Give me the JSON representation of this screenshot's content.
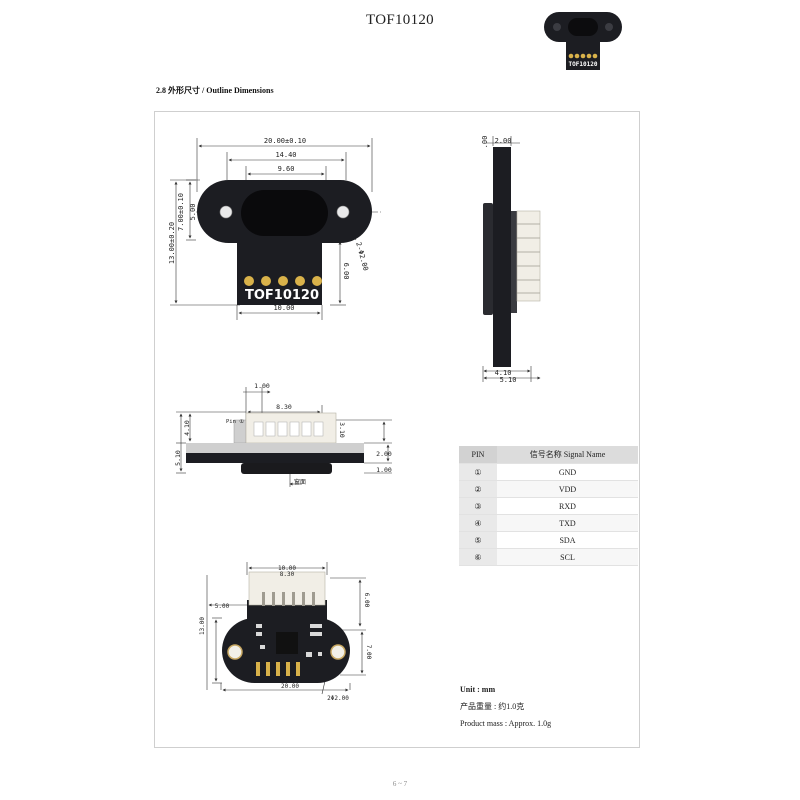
{
  "header": {
    "title": "TOF10120"
  },
  "thumbnail": {
    "label": "TOF10120"
  },
  "section": {
    "heading": "2.8 外形尺寸 / Outline Dimensions"
  },
  "front_view": {
    "dim_overall_width": "20.00±0.10",
    "dim_14": "14.40",
    "dim_9": "9.60",
    "dim_height": "13.00±0.20",
    "dim_7": "7.00±0.10",
    "dim_5": "5.00",
    "dim_hole": "2-Φ2.00",
    "dim_6": "6.00",
    "dim_10": "10.00",
    "board_label": "TOF10120"
  },
  "side_view": {
    "dim_top": "2.00",
    "dim_1": ".00",
    "dim_4": "4.10",
    "dim_5": "5.10"
  },
  "connector_view": {
    "dim_1": "1.00",
    "dim_8": "8.30",
    "pin_label": "Pin ①",
    "dim_3": "3.10",
    "dim_4": "4.10",
    "dim_5": "5.10",
    "dim_2": "2.00",
    "dim_1b": "1.00",
    "window_label": "窗面"
  },
  "back_view": {
    "dim_10": "10.00",
    "dim_8": "8.30",
    "dim_5": "5.00",
    "dim_6": "6.00",
    "dim_13": "13.00",
    "dim_7": "7.00",
    "dim_20": "20.00",
    "dim_hole": "2Φ2.00"
  },
  "pin_table": {
    "headers": [
      "PIN",
      "信号名称 Signal Name"
    ],
    "rows": [
      {
        "pin": "①",
        "signal": "GND"
      },
      {
        "pin": "②",
        "signal": "VDD"
      },
      {
        "pin": "③",
        "signal": "RXD"
      },
      {
        "pin": "④",
        "signal": "TXD"
      },
      {
        "pin": "⑤",
        "signal": "SDA"
      },
      {
        "pin": "⑥",
        "signal": "SCL"
      }
    ]
  },
  "notes": {
    "unit": "Unit : mm",
    "mass_cn": "产品重量 : 约1.0克",
    "mass_en": "Product mass : Approx. 1.0g"
  },
  "footer": {
    "page": "6 ~ 7"
  },
  "colors": {
    "board": "#1c1d22",
    "pad": "#d9b24a",
    "connector": "#f1eee6",
    "frame": "#cfcfcf"
  }
}
